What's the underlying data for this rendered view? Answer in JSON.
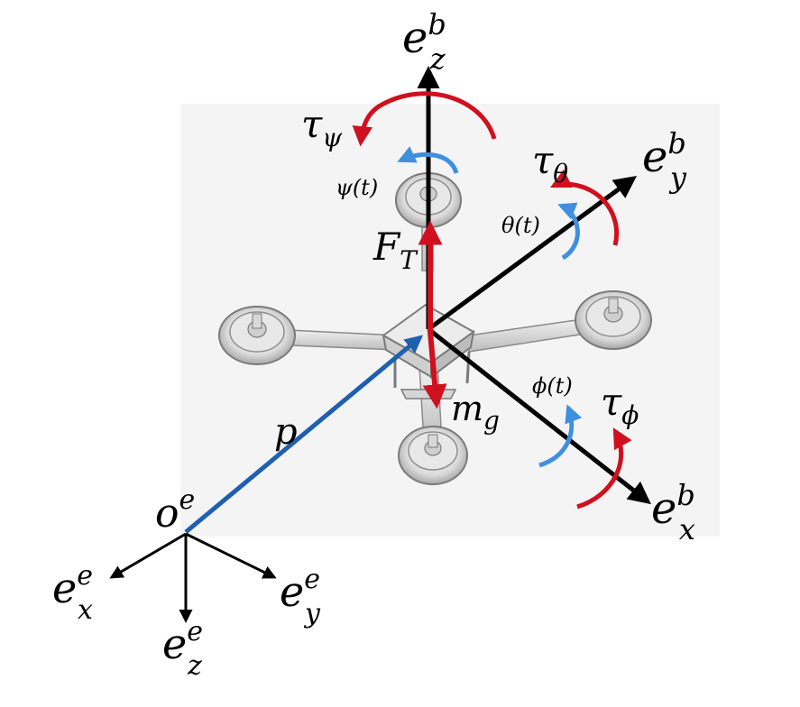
{
  "labels": {
    "ezb": {
      "main": "e",
      "sup": "b",
      "sub": "z"
    },
    "eyb": {
      "main": "e",
      "sup": "b",
      "sub": "y"
    },
    "exb": {
      "main": "e",
      "sup": "b",
      "sub": "x"
    },
    "tau_psi": {
      "main": "τ",
      "sub": "ψ"
    },
    "tau_theta": {
      "main": "τ",
      "sub": "θ"
    },
    "tau_phi": {
      "main": "τ",
      "sub": "ϕ"
    },
    "psi_t": "ψ(t)",
    "theta_t": "θ(t)",
    "phi_t": "ϕ(t)",
    "FT": {
      "main": "F",
      "sub": "T"
    },
    "mg": {
      "main": "m",
      "sub": "g"
    },
    "p": "p",
    "oe": {
      "main": "o",
      "sup": "e"
    },
    "exe": {
      "main": "e",
      "sup": "e",
      "sub": "x"
    },
    "eye": {
      "main": "e",
      "sup": "e",
      "sub": "y"
    },
    "eze": {
      "main": "e",
      "sup": "e",
      "sub": "z"
    }
  },
  "colors": {
    "axis": "#000000",
    "torque": "#d0101e",
    "angle": "#3f8fe0",
    "position": "#1f5fb0",
    "drone_body": "#e6e6e6",
    "drone_edge": "#8a8a8a",
    "backdrop": "#f3f3f3"
  }
}
